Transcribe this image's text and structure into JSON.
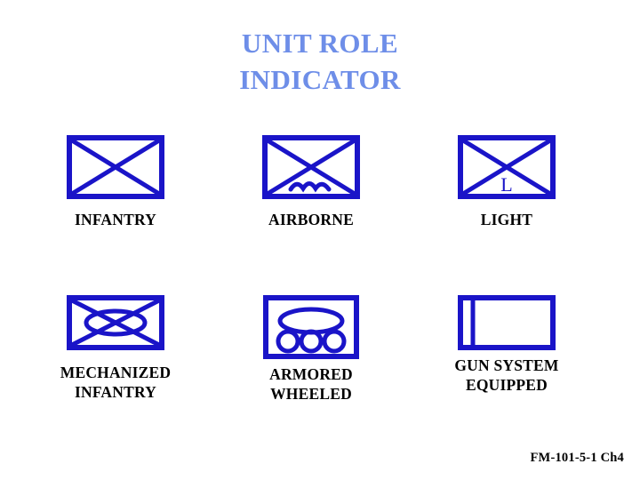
{
  "title": {
    "line1": "UNIT ROLE",
    "line2": "INDICATOR"
  },
  "colors": {
    "title_blue": "#6e8ee8",
    "symbol_blue": "#1a14c8",
    "label_black": "#000000",
    "background": "#ffffff"
  },
  "symbols": [
    {
      "id": "infantry",
      "label": "INFANTRY",
      "icon_name": "infantry-symbol",
      "description": "rectangle with diagonal cross",
      "inner_text": ""
    },
    {
      "id": "airborne",
      "label": "AIRBORNE",
      "icon_name": "airborne-symbol",
      "description": "rectangle with diagonal cross and parachute canopy arc",
      "inner_text": ""
    },
    {
      "id": "light",
      "label": "LIGHT",
      "icon_name": "light-symbol",
      "description": "rectangle with diagonal cross and letter L",
      "inner_text": "L"
    },
    {
      "id": "mechanized-infantry",
      "label": "MECHANIZED\nINFANTRY",
      "icon_name": "mechanized-infantry-symbol",
      "description": "rectangle with diagonal cross and centered ellipse track",
      "inner_text": ""
    },
    {
      "id": "armored-wheeled",
      "label": "ARMORED\nWHEELED",
      "icon_name": "armored-wheeled-symbol",
      "description": "rectangle with large ellipse above three wheels",
      "inner_text": ""
    },
    {
      "id": "gun-system-equipped",
      "label": "GUN SYSTEM\nEQUIPPED",
      "icon_name": "gun-system-equipped-symbol",
      "description": "rectangle with vertical bar near left edge",
      "inner_text": ""
    }
  ],
  "footer": {
    "reference": "FM-101-5-1 Ch4"
  }
}
